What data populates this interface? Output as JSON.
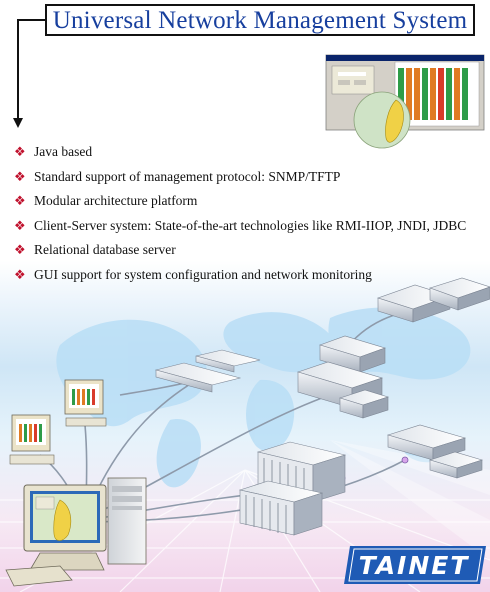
{
  "title": "Universal Network Management System",
  "bullet_icon": "diamond-bullet-icon",
  "features": [
    "Java based",
    "Standard support of management protocol: SNMP/TFTP",
    "Modular architecture platform",
    "Client-Server system: State-of-the-art technologies like RMI-IIOP, JNDI, JDBC",
    "Relational database server",
    "GUI support for system configuration and network monitoring"
  ],
  "logo": "TAINET",
  "colors": {
    "title": "#173f9e",
    "bullet": "#c0112d",
    "logo_bg": "#1f5bb5"
  }
}
